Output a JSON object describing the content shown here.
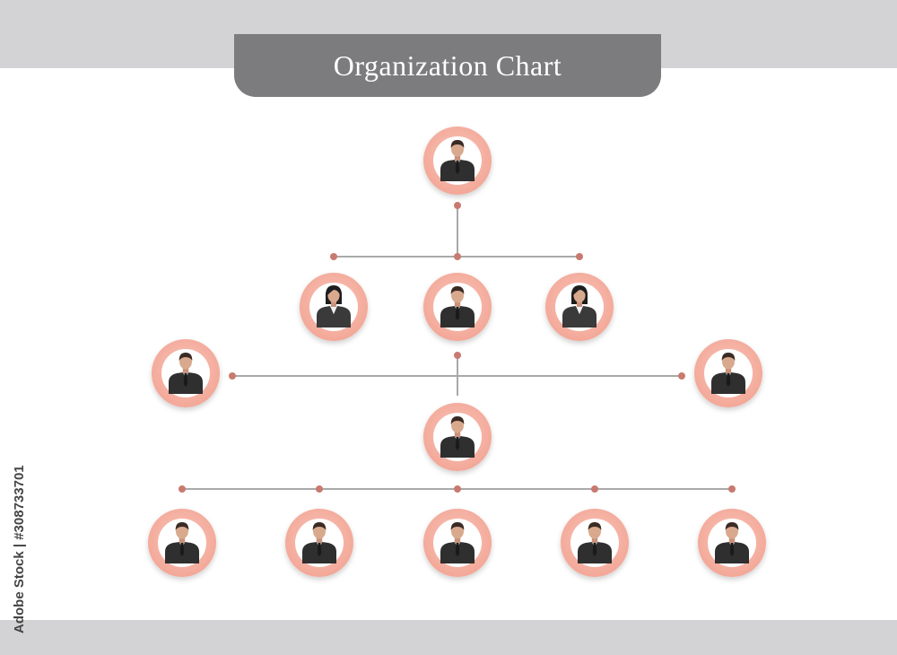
{
  "header": {
    "title": "Organization Chart"
  },
  "watermark": {
    "side_text": "Adobe Stock | #308733701"
  },
  "colors": {
    "band": "#d3d3d5",
    "title_tab": "#7c7c7e",
    "node_ring": "#f6b3a6",
    "node_ring_edge": "#ef9a8a",
    "connector_line": "#a9a9a9",
    "connector_dot": "#c97a70",
    "suit": "#2f2f2f",
    "skin": "#d9a98e"
  },
  "org": {
    "nodes": [
      {
        "id": "top",
        "icon": "businessman-icon"
      },
      {
        "id": "l2-left",
        "icon": "businesswoman-icon"
      },
      {
        "id": "l2-center",
        "icon": "businessman-icon"
      },
      {
        "id": "l2-right",
        "icon": "businesswoman-icon"
      },
      {
        "id": "side-left",
        "icon": "businessman-icon"
      },
      {
        "id": "side-right",
        "icon": "businessman-icon"
      },
      {
        "id": "mid",
        "icon": "businessman-icon"
      },
      {
        "id": "l4-1",
        "icon": "businessman-icon"
      },
      {
        "id": "l4-2",
        "icon": "businessman-icon"
      },
      {
        "id": "l4-3",
        "icon": "businessman-icon"
      },
      {
        "id": "l4-4",
        "icon": "businessman-icon"
      },
      {
        "id": "l4-5",
        "icon": "businessman-icon"
      }
    ]
  }
}
